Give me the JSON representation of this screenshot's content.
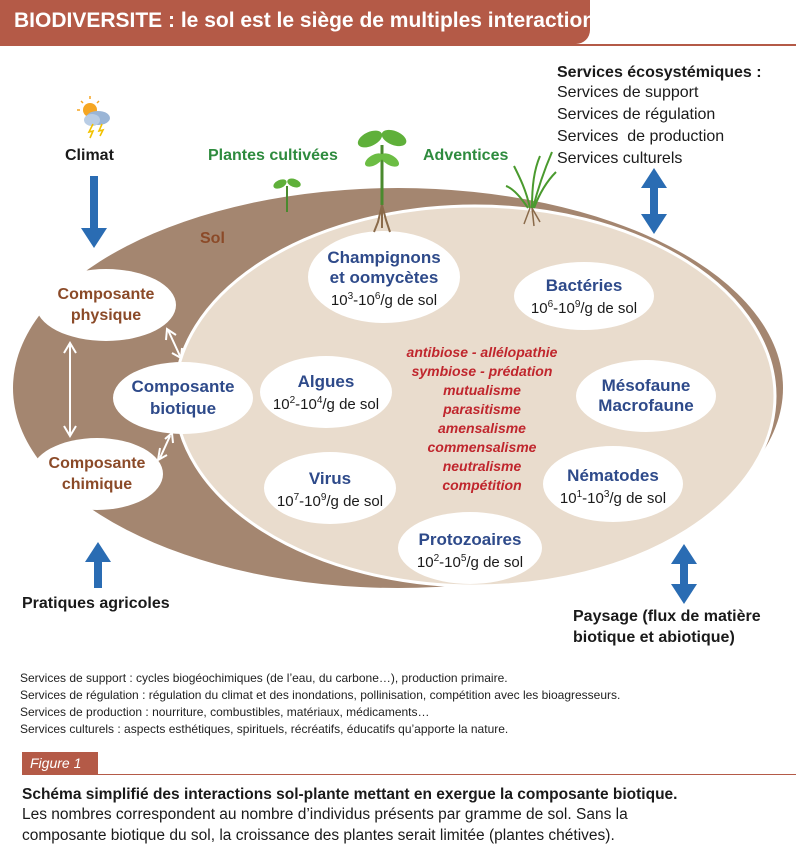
{
  "header": {
    "title": "BIODIVERSITE : le sol est le siège de multiples interactions"
  },
  "soil_label": "Sol",
  "climate": {
    "label": "Climat",
    "icon": "weather-icon"
  },
  "practices": {
    "label": "Pratiques agricoles"
  },
  "landscape": {
    "line1": "Paysage (flux de matière",
    "line2": "biotique et abiotique)"
  },
  "plants": {
    "cultivated": "Plantes cultivées",
    "weeds": "Adventices"
  },
  "services": {
    "title": "Services écosystémiques :",
    "items": [
      "Services de support",
      "Services de régulation",
      "Services  de production",
      "Services culturels"
    ]
  },
  "components": {
    "physical": {
      "line1": "Composante",
      "line2": "physique"
    },
    "biotic": {
      "line1": "Composante",
      "line2": "biotique"
    },
    "chemical": {
      "line1": "Composante",
      "line2": "chimique"
    }
  },
  "organisms": {
    "fungi": {
      "line1": "Champignons",
      "line2": "et oomycètes",
      "base": "10",
      "exp1": "3",
      "mid": "-10",
      "exp2": "6",
      "unit": "/g de sol"
    },
    "bacteria": {
      "line1": "Bactéries",
      "base": "10",
      "exp1": "6",
      "mid": "-10",
      "exp2": "9",
      "unit": "/g de sol"
    },
    "algae": {
      "line1": "Algues",
      "base": "10",
      "exp1": "2",
      "mid": "-10",
      "exp2": "4",
      "unit": "/g de sol"
    },
    "fauna": {
      "line1": "Mésofaune",
      "line2": "Macrofaune"
    },
    "virus": {
      "line1": "Virus",
      "base": "10",
      "exp1": "7",
      "mid": "-10",
      "exp2": "9",
      "unit": "/g de sol"
    },
    "nematodes": {
      "line1": "Nématodes",
      "base": "10",
      "exp1": "1",
      "mid": "-10",
      "exp2": "3",
      "unit": "/g de sol"
    },
    "protozoa": {
      "line1": "Protozoaires",
      "base": "10",
      "exp1": "2",
      "mid": "-10",
      "exp2": "5",
      "unit": "/g de sol"
    }
  },
  "interactions": [
    "antibiose - allélopathie",
    "symbiose - prédation",
    "mutualisme",
    "parasitisme",
    "amensalisme",
    "commensalisme",
    "neutralisme",
    "compétition"
  ],
  "footnotes": [
    "Services de support : cycles biogéochimiques (de l’eau, du carbone…), production primaire.",
    "Services de régulation : régulation du climat et des inondations, pollinisation, compétition avec les bioagresseurs.",
    "Services de production : nourriture, combustibles, matériaux, médicaments…",
    "Services culturels : aspects esthétiques, spirituels, récréatifs, éducatifs qu’apporte la nature."
  ],
  "figure": {
    "tab": "Figure 1",
    "caption_bold": "Schéma simplifié des interactions sol-plante mettant en exergue la composante biotique.",
    "caption_lines": [
      "Les nombres correspondent au nombre d’individus présents par gramme de sol. Sans la",
      "composante biotique du sol, la croissance des plantes serait limitée (plantes chétives)."
    ]
  },
  "colors": {
    "header": "#b45a47",
    "soil_outer": "#a48670",
    "soil_inner": "#e9dccd",
    "arrow_blue": "#2a6cb3",
    "organism_blue": "#2e4a8a",
    "component_brown": "#8b4a28",
    "interaction_red": "#c0262d",
    "plant_green": "#2e8b3e"
  }
}
